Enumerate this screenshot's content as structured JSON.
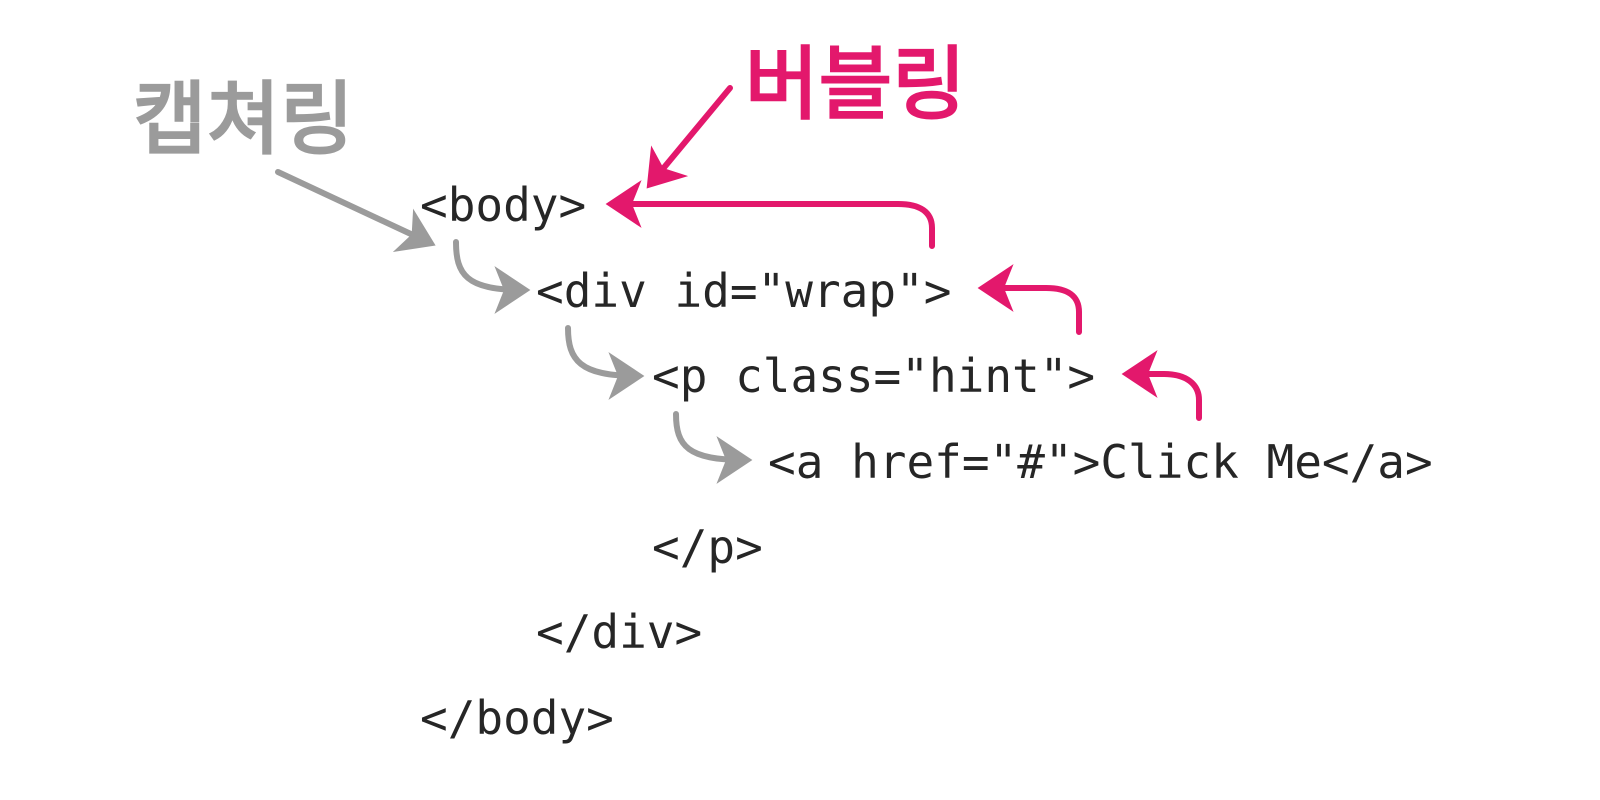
{
  "labels": {
    "capturing": "캡쳐링",
    "bubbling": "버블링"
  },
  "code_lines": [
    "<body>",
    "<div id=\"wrap\">",
    "<p class=\"hint\">",
    "<a href=\"#\">Click Me</a>",
    "</p>",
    "</div>",
    "</body>"
  ],
  "colors": {
    "capturing": "#9b9b9b",
    "bubbling": "#e3186c",
    "code": "#262626",
    "background": "#ffffff"
  }
}
